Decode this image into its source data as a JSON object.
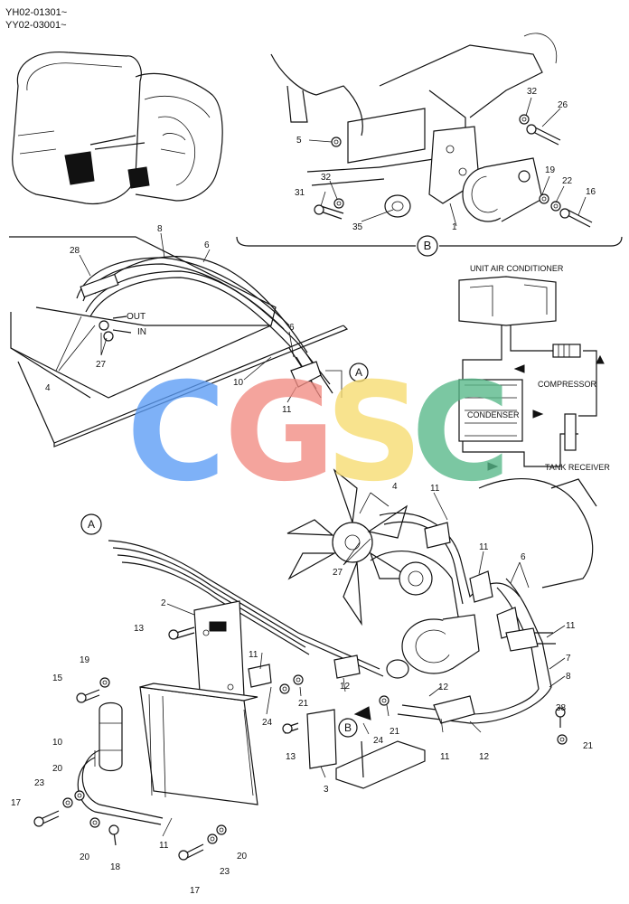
{
  "header": {
    "serial_1": "YH02-01301~",
    "serial_2": "YY02-03001~"
  },
  "watermark": {
    "letters": [
      "C",
      "G",
      "S",
      "C"
    ],
    "colors": [
      "#5b9cf5",
      "#f28b82",
      "#f7dc6f",
      "#57b889"
    ]
  },
  "view_markers": {
    "a_top": "A",
    "a_bottom": "A",
    "b_section": "B",
    "b_bottom": "B"
  },
  "schematic": {
    "unit": "UNIT AIR CONDITIONER",
    "compressor": "COMPRESSOR",
    "condenser": "CONDENSER",
    "tank": "TANK RECEIVER"
  },
  "port_labels": {
    "out": "OUT",
    "in": "IN"
  },
  "parts": {
    "p1": "1",
    "p2": "2",
    "p3": "3",
    "p4": "4",
    "p5": "5",
    "p6": "6",
    "p7": "7",
    "p8": "8",
    "p10": "10",
    "p11": "11",
    "p12": "12",
    "p13": "13",
    "p15": "15",
    "p16": "16",
    "p17": "17",
    "p18": "18",
    "p19": "19",
    "p20": "20",
    "p21": "21",
    "p22": "22",
    "p23": "23",
    "p24": "24",
    "p26": "26",
    "p27": "27",
    "p28": "28",
    "p31": "31",
    "p32": "32",
    "p35": "35",
    "p38": "38"
  },
  "icons": [
    "excavator-cab-icon",
    "compressor-icon",
    "engine-fan-icon",
    "condenser-icon",
    "bolt-icon",
    "washer-icon",
    "arrow-icon"
  ]
}
